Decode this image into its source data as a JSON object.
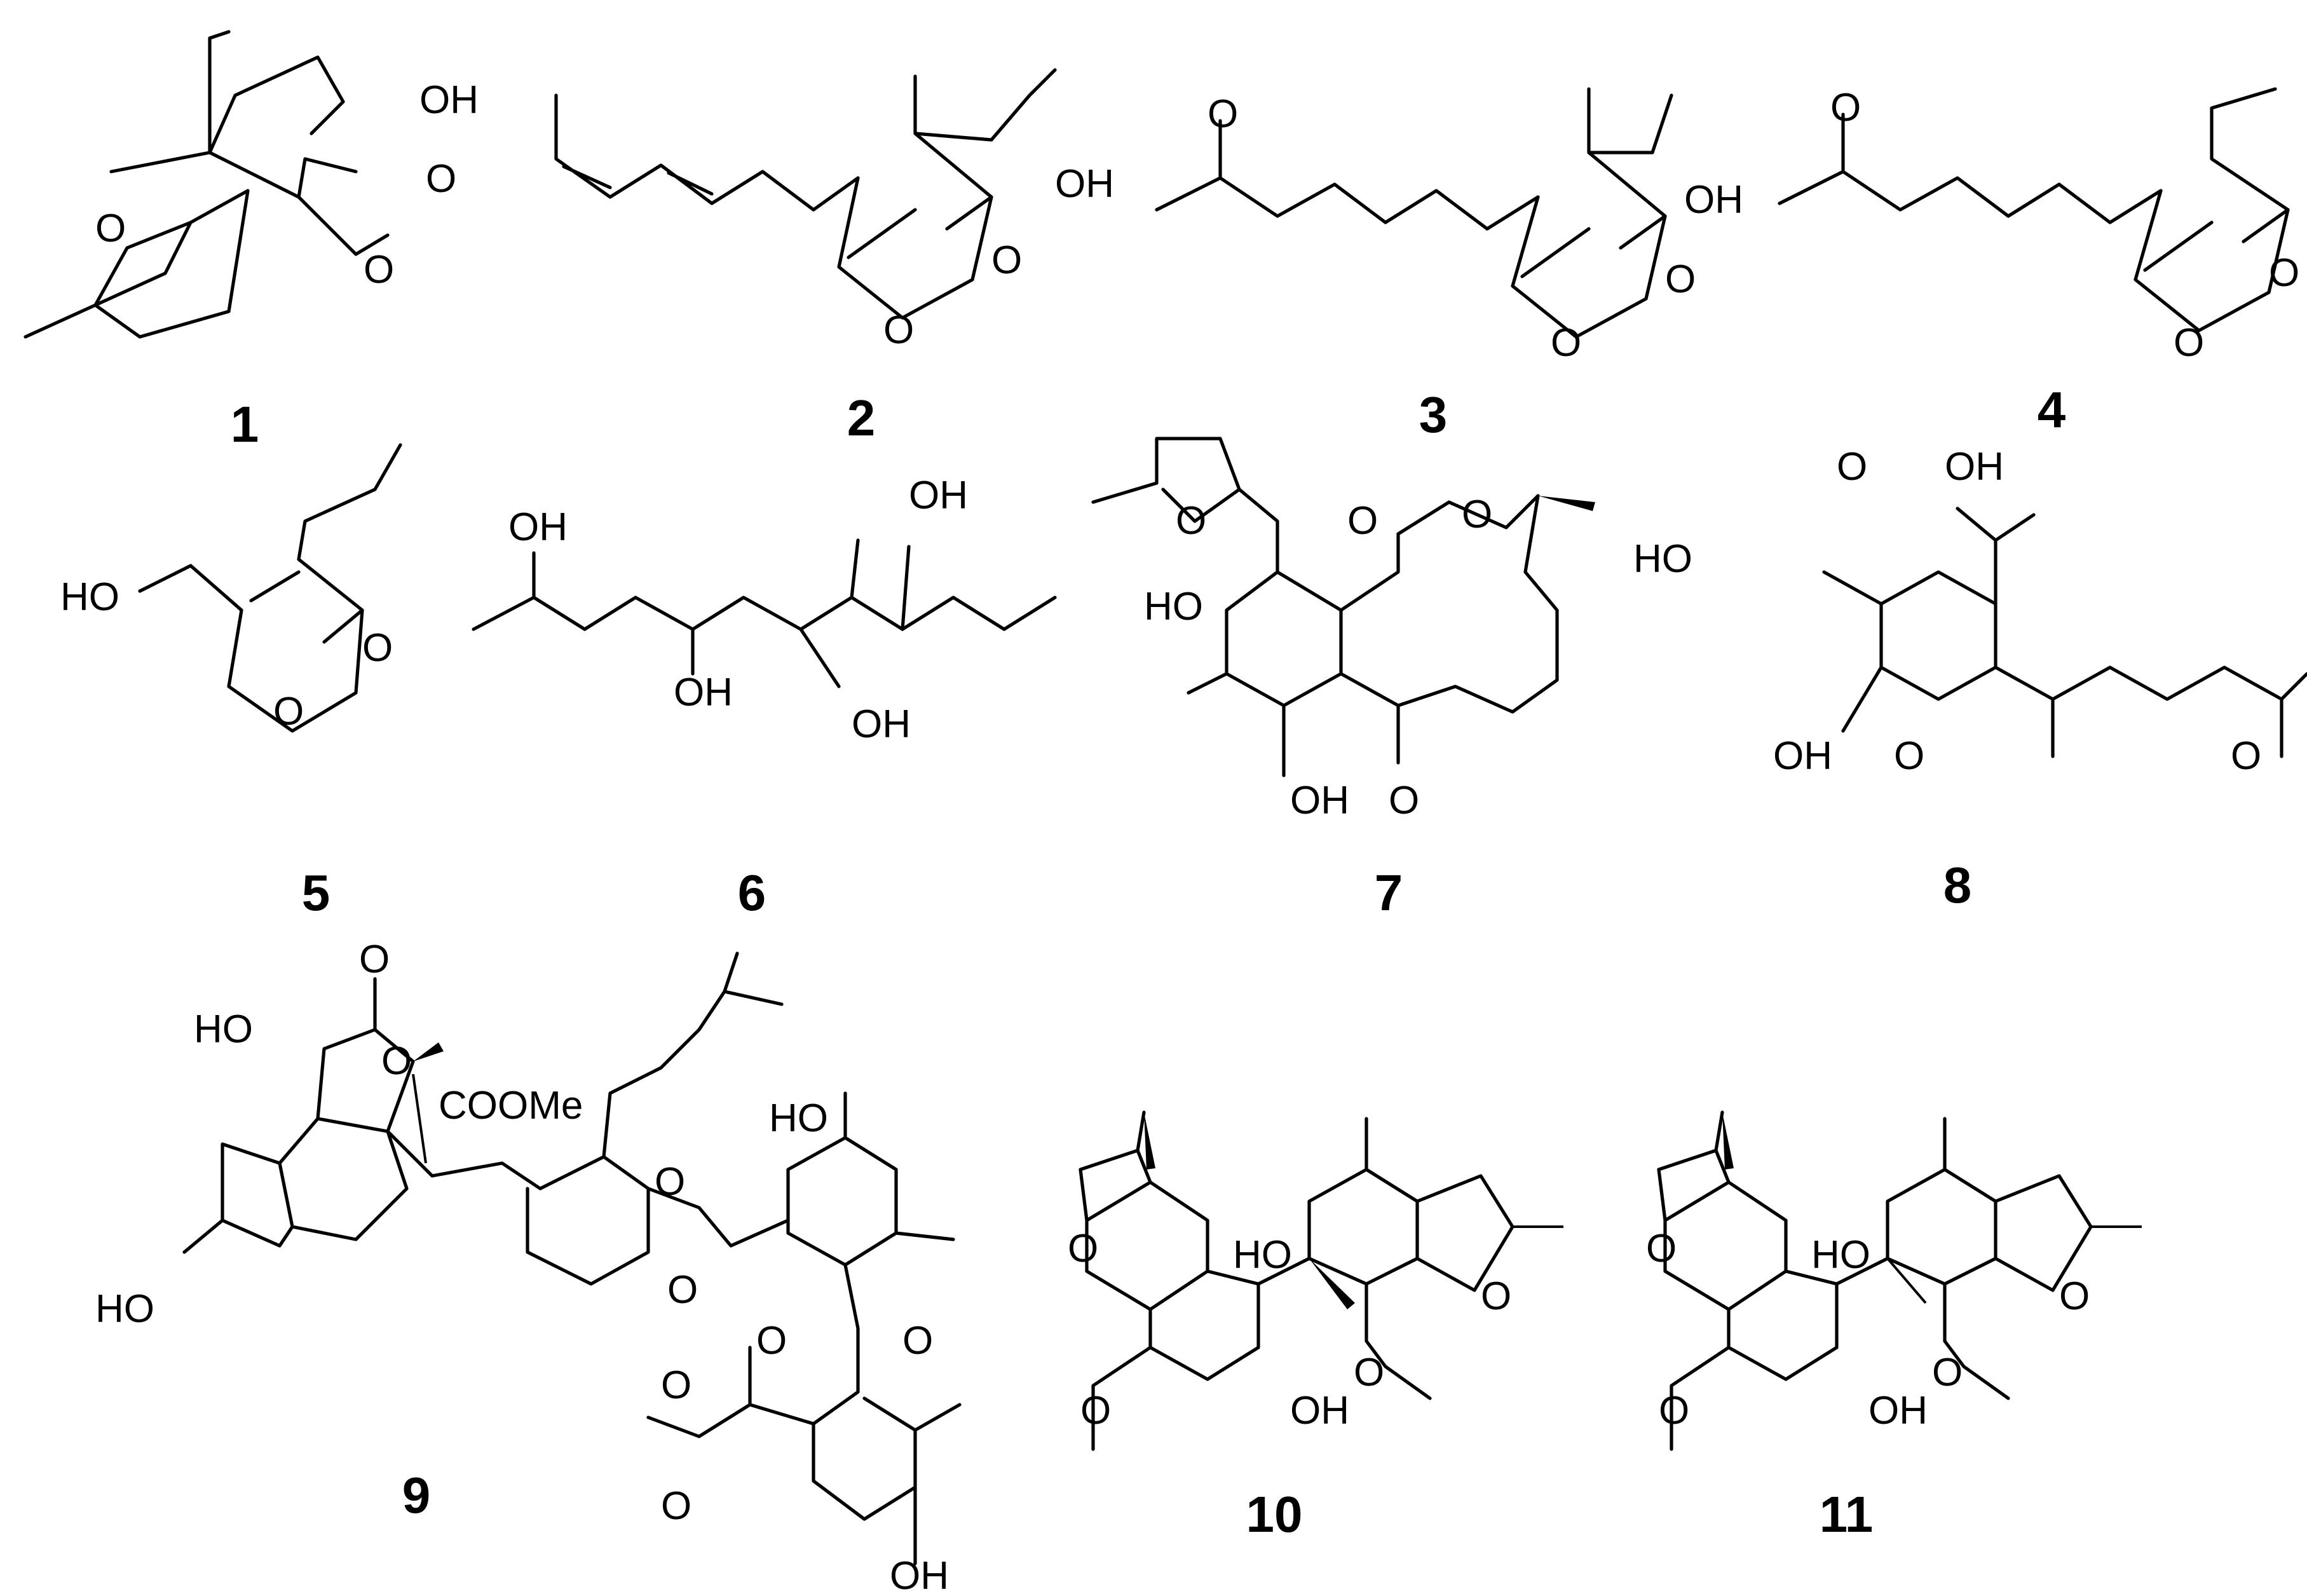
{
  "figure": {
    "colors": {
      "ink": "#000000",
      "background": "#ffffff"
    },
    "compounds": [
      {
        "id": "1",
        "label": "1",
        "atoms": [
          "OH",
          "O",
          "O",
          "O"
        ]
      },
      {
        "id": "2",
        "label": "2",
        "atoms": [
          "OH",
          "O",
          "O"
        ]
      },
      {
        "id": "3",
        "label": "3",
        "atoms": [
          "O",
          "OH",
          "O",
          "O"
        ]
      },
      {
        "id": "4",
        "label": "4",
        "atoms": [
          "O",
          "O",
          "O"
        ]
      },
      {
        "id": "5",
        "label": "5",
        "atoms": [
          "HO",
          "O",
          "O"
        ]
      },
      {
        "id": "6",
        "label": "6",
        "atoms": [
          "OH",
          "OH",
          "OH",
          "OH"
        ]
      },
      {
        "id": "7",
        "label": "7",
        "atoms": [
          "O",
          "O",
          "O",
          "HO",
          "OH",
          "O"
        ]
      },
      {
        "id": "8",
        "label": "8",
        "atoms": [
          "O",
          "OH",
          "HO",
          "OH",
          "O",
          "O"
        ]
      },
      {
        "id": "9",
        "label": "9",
        "atoms": [
          "O",
          "HO",
          "O",
          "COOMe",
          "HO",
          "O",
          "O",
          "HO",
          "O",
          "O",
          "O",
          "O",
          "OH"
        ]
      },
      {
        "id": "10",
        "label": "10",
        "atoms": [
          "O",
          "HO",
          "O",
          "O",
          "O",
          "OH"
        ]
      },
      {
        "id": "11",
        "label": "11",
        "atoms": [
          "O",
          "HO",
          "O",
          "O",
          "O",
          "OH"
        ]
      }
    ]
  }
}
